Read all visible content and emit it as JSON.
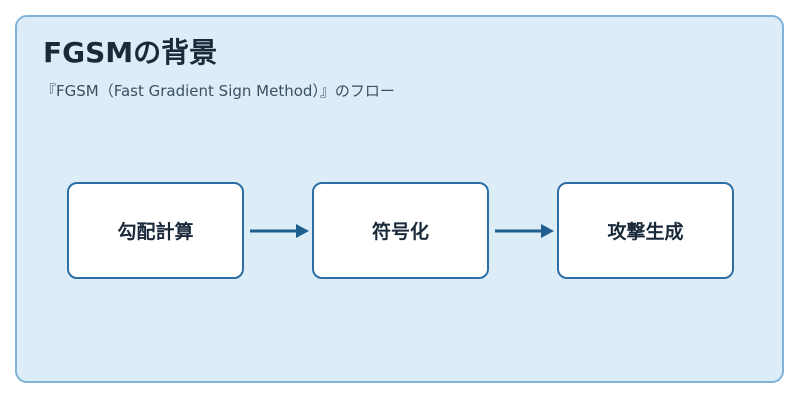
{
  "header": {
    "title": "FGSMの背景",
    "subtitle": "『FGSM（Fast Gradient Sign Method）』のフロー"
  },
  "flow": {
    "steps": [
      {
        "label": "勾配計算"
      },
      {
        "label": "符号化"
      },
      {
        "label": "攻撃生成"
      }
    ]
  },
  "colors": {
    "panel_background": "#ddedf8",
    "panel_border": "#7fb3d9",
    "box_border": "#2d6ea4",
    "arrow": "#1f5f8f"
  }
}
